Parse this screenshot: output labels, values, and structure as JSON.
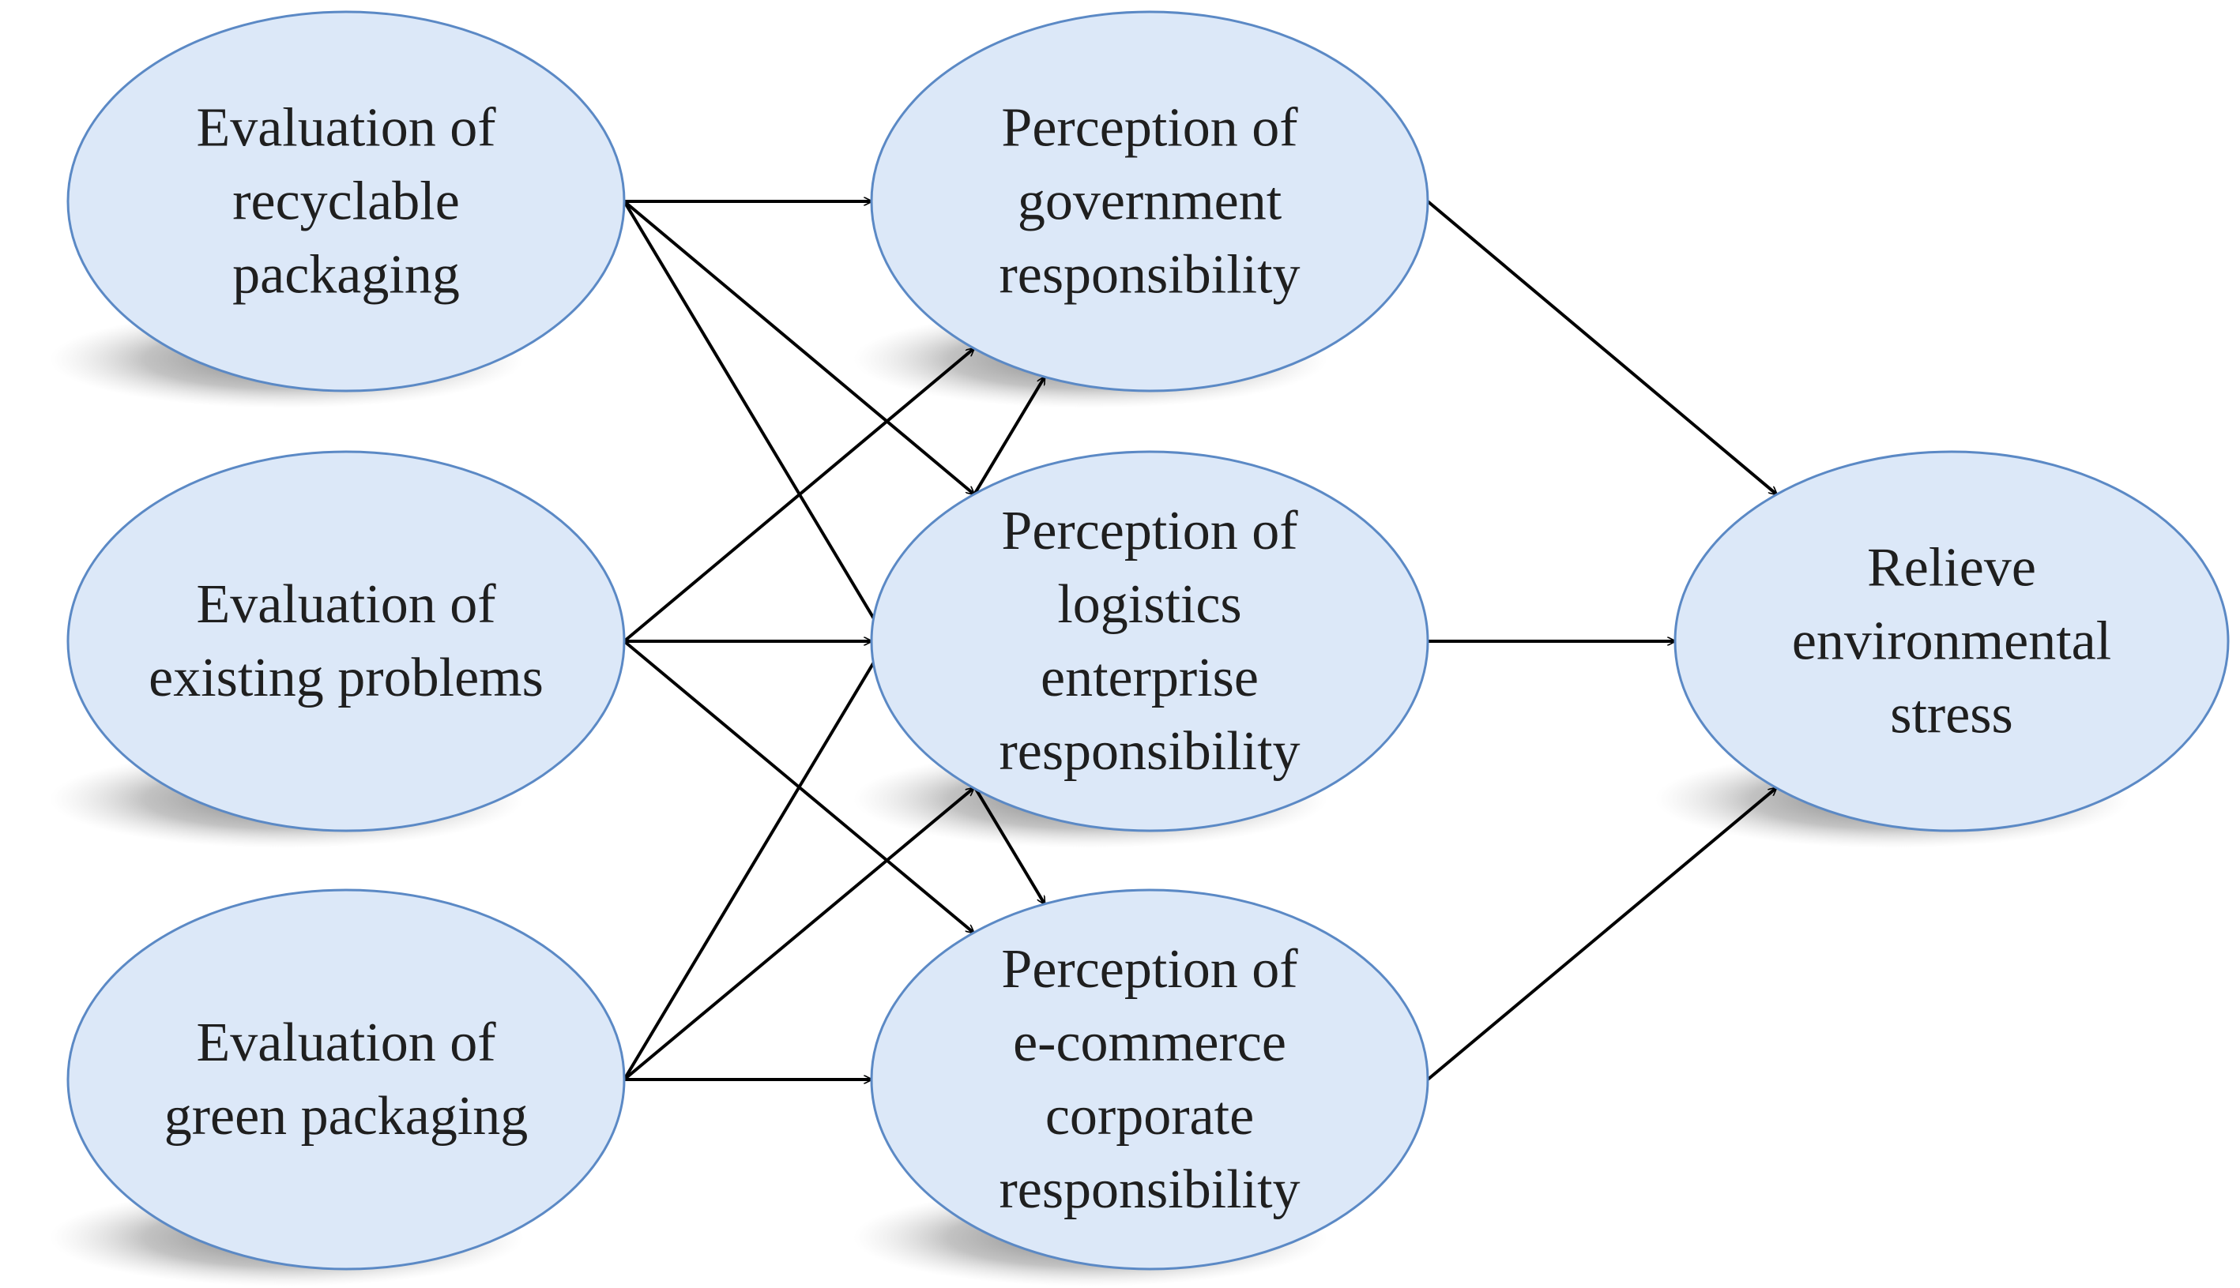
{
  "diagram": {
    "nodes": [
      {
        "id": "recyclable",
        "lines": [
          "Evaluation of",
          "recyclable",
          "packaging"
        ]
      },
      {
        "id": "existing",
        "lines": [
          "Evaluation of",
          "existing problems"
        ]
      },
      {
        "id": "green",
        "lines": [
          "Evaluation of",
          "green packaging"
        ]
      },
      {
        "id": "government",
        "lines": [
          "Perception of",
          "government",
          "responsibility"
        ]
      },
      {
        "id": "logistics",
        "lines": [
          "Perception of",
          "logistics",
          "enterprise",
          "responsibility"
        ]
      },
      {
        "id": "ecommerce",
        "lines": [
          "Perception of",
          "e-commerce",
          "corporate",
          "responsibility"
        ]
      },
      {
        "id": "relieve",
        "lines": [
          "Relieve",
          "environmental",
          "stress"
        ]
      }
    ],
    "edges": [
      {
        "from": "recyclable",
        "to": "government"
      },
      {
        "from": "recyclable",
        "to": "logistics"
      },
      {
        "from": "recyclable",
        "to": "ecommerce"
      },
      {
        "from": "existing",
        "to": "government"
      },
      {
        "from": "existing",
        "to": "logistics"
      },
      {
        "from": "existing",
        "to": "ecommerce"
      },
      {
        "from": "green",
        "to": "government"
      },
      {
        "from": "green",
        "to": "logistics"
      },
      {
        "from": "green",
        "to": "ecommerce"
      },
      {
        "from": "government",
        "to": "relieve"
      },
      {
        "from": "logistics",
        "to": "relieve"
      },
      {
        "from": "ecommerce",
        "to": "relieve"
      }
    ],
    "colors": {
      "node_fill": "#dce8f8",
      "node_stroke": "#5b89c5",
      "edge": "#000000",
      "text": "#1f1f1f"
    }
  }
}
